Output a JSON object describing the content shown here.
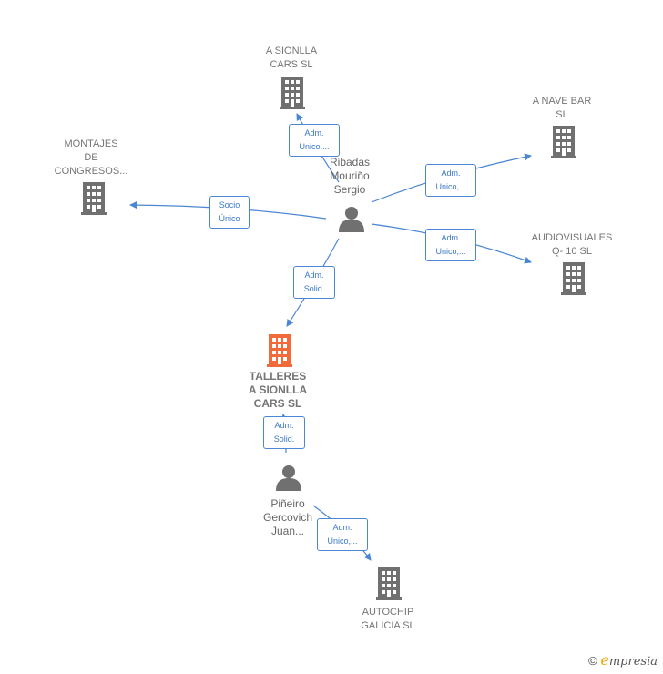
{
  "colors": {
    "edge": "#4a86d4",
    "building": "#707070",
    "focus": "#f26a3a",
    "person": "#707070"
  },
  "nodes": {
    "sionlla_cars": "A SIONLLA\nCARS  SL",
    "nave_bar": "A NAVE BAR\nSL",
    "montajes": "MONTAJES\nDE\nCONGRESOS...",
    "audiovisuales": "AUDIOVISUALES\nQ- 10  SL",
    "talleres": "TALLERES\nA SIONLLA\nCARS  SL",
    "autochip": "AUTOCHIP\nGALICIA  SL"
  },
  "persons": {
    "ribadas": "Ribadas\nMouriño\nSergio",
    "pineiro": "Piñeiro\nGercovich\nJuan..."
  },
  "edges": {
    "e1": "Adm.\nUnico,...",
    "e2": "Adm.\nUnico,...",
    "e3": "Socio\nÚnico",
    "e4": "Adm.\nUnico,...",
    "e5": "Adm.\nSolid.",
    "e6": "Adm.\nSolid.",
    "e7": "Adm.\nUnico,..."
  },
  "brand": {
    "copyright": "©",
    "e": "e",
    "rest": "mpresia"
  }
}
